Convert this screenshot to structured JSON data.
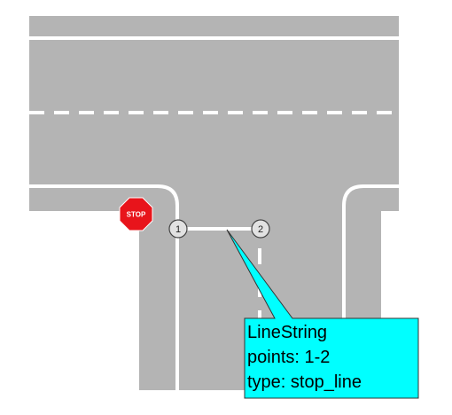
{
  "stop_sign": {
    "text": "STOP",
    "color": "#e8141b"
  },
  "road_color": "#b4b4b4",
  "marking_color": "#ffffff",
  "points": [
    {
      "label": "1"
    },
    {
      "label": "2"
    }
  ],
  "callout": {
    "background": "#00ffff",
    "lines": [
      "LineString",
      "points: 1-2",
      "type: stop_line"
    ]
  }
}
